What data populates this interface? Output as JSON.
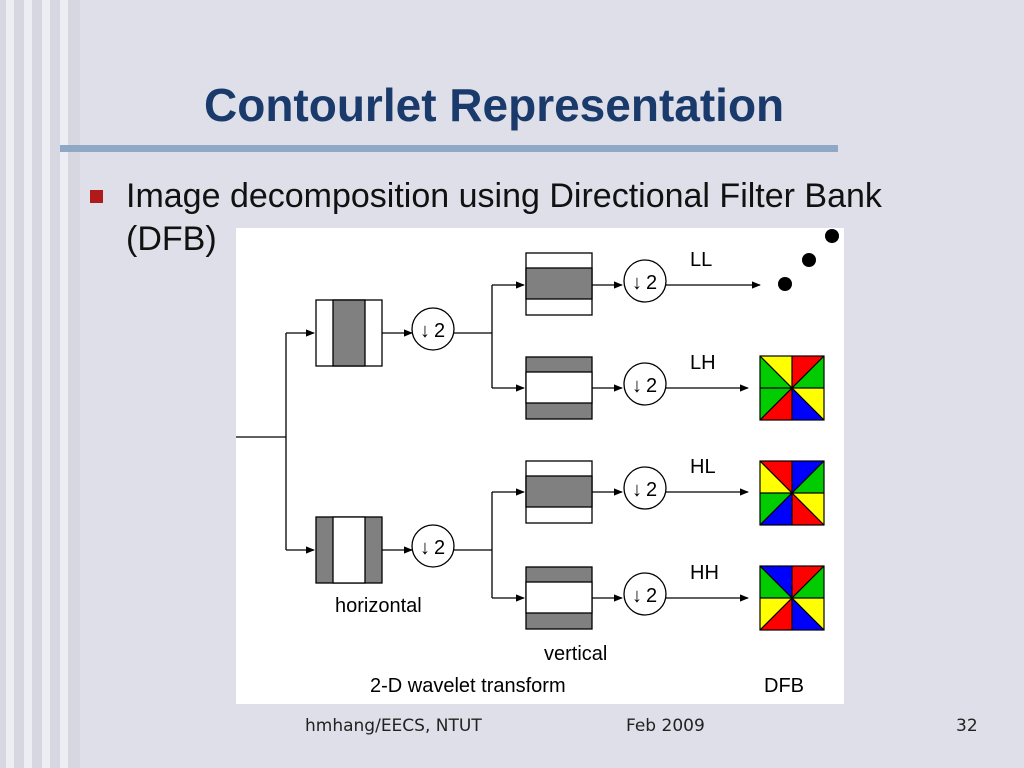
{
  "slide": {
    "title": "Contourlet Representation",
    "bullet": "Image decomposition using Directional Filter Bank (DFB)"
  },
  "diagram": {
    "down_label": "2",
    "outputs": [
      "LL",
      "LH",
      "HL",
      "HH"
    ],
    "filter_labels": {
      "horizontal": "horizontal",
      "vertical": "vertical"
    },
    "captions": {
      "wavelet": "2-D wavelet transform",
      "dfb": "DFB"
    }
  },
  "footer": {
    "author": "hmhang/EECS, NTUT",
    "date": "Feb 2009",
    "page": "32"
  },
  "colors": {
    "title": "#1a3a6b",
    "bullet": "#b01a1a",
    "rule": "#8fa8c6",
    "filter_fill": "#808080",
    "dfb": [
      "#ff0000",
      "#0000ff",
      "#00cc00",
      "#ffff00"
    ]
  }
}
